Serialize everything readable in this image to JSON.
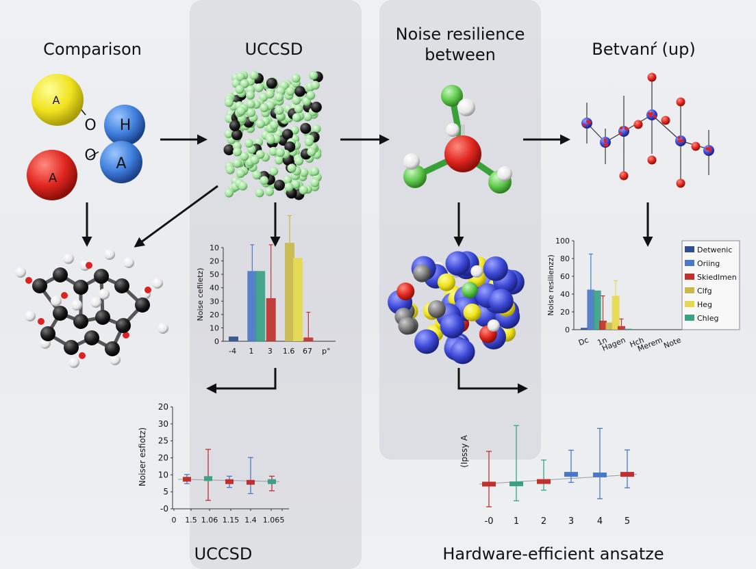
{
  "titles": {
    "comparison": "Comparison",
    "uccsd_top": "UCCSD",
    "noise_line1": "Noise resilience",
    "noise_line2": "between",
    "betvant": "Betvanŕ (up)",
    "uccsd_bottom": "UCCSD",
    "hea_bottom": "Hardware-efficient ansatze"
  },
  "molecule_labels": {
    "yellow": "A",
    "blue_top": "H",
    "red": "A",
    "blue_bottom": "A",
    "o1": "O",
    "o2": "O"
  },
  "colors": {
    "dark_blue": "#2f4f8f",
    "blue": "#4a78c8",
    "red": "#c0302c",
    "olive": "#c8b94a",
    "yellow": "#e6d84e",
    "teal": "#3aa186"
  },
  "chart_data": [
    {
      "type": "bar",
      "ylabel": "Noise cefiletz)",
      "ylim": [
        0,
        10
      ],
      "y_ticks": [
        "0",
        "10",
        "20",
        "30",
        "40",
        "50",
        "20",
        "10"
      ],
      "x_ticks": [
        "-4",
        "1",
        "3",
        "1.6",
        "67",
        "p°"
      ],
      "bars": [
        {
          "group": 0,
          "color": "dark_blue",
          "value": 0.5
        },
        {
          "group": 1,
          "color": "blue",
          "value": 7.5,
          "err": 10.3
        },
        {
          "group": 1,
          "color": "teal",
          "value": 7.5
        },
        {
          "group": 2,
          "color": "red",
          "value": 4.6,
          "err": 10.3
        },
        {
          "group": 3,
          "color": "olive",
          "value": 10.5,
          "err": 13.4
        },
        {
          "group": 3,
          "color": "yellow",
          "value": 8.9
        },
        {
          "group": 4,
          "color": "red",
          "value": 0.4,
          "err": 3.1
        }
      ]
    },
    {
      "type": "bar",
      "ylabel": "Noise resilienzz)",
      "ylim": [
        0,
        100
      ],
      "y_ticks": [
        "0",
        "20",
        "40",
        "60",
        "80",
        "100"
      ],
      "x_ticks": [
        "Dc",
        "1n",
        "Hagen",
        "Hch",
        "Merem",
        "Note"
      ],
      "legend": [
        "Detwenic",
        "Oriing",
        "Skiedlmen",
        "Clfg",
        "Heg",
        "Chleg"
      ],
      "legend_colors": [
        "dark_blue",
        "blue",
        "red",
        "olive",
        "yellow",
        "teal"
      ],
      "bars": [
        {
          "group": 0,
          "color": "dark_blue",
          "value": 2
        },
        {
          "group": 0,
          "color": "blue",
          "value": 45,
          "err": 85
        },
        {
          "group": 0,
          "color": "teal",
          "value": 44
        },
        {
          "group": 1,
          "color": "red",
          "value": 10,
          "err": 38
        },
        {
          "group": 1,
          "color": "olive",
          "value": 8
        },
        {
          "group": 1,
          "color": "yellow",
          "value": 38,
          "err": 55
        },
        {
          "group": 2,
          "color": "red",
          "value": 4,
          "err": 12
        },
        {
          "group": 2,
          "color": "teal",
          "value": 1
        }
      ]
    },
    {
      "type": "scatter",
      "ylabel": "Noiser esfiotz)",
      "y_ticks": [
        "-0",
        "5",
        "10",
        "20",
        "25",
        "30",
        "20"
      ],
      "x_ticks": [
        "0",
        "1.5",
        "1.06",
        "1.15",
        "1.4",
        "1.06",
        "5"
      ],
      "points": [
        {
          "x": 1,
          "y": 8.7,
          "lo": 7.4,
          "hi": 10.1,
          "color": "red",
          "err_color": "blue"
        },
        {
          "x": 2,
          "y": 8.9,
          "lo": 2.5,
          "hi": 17.5,
          "color": "teal",
          "err_color": "red"
        },
        {
          "x": 3,
          "y": 8.0,
          "lo": 6.3,
          "hi": 9.6,
          "color": "red",
          "err_color": "blue"
        },
        {
          "x": 4,
          "y": 7.8,
          "lo": 4.5,
          "hi": 15.1,
          "color": "red",
          "err_color": "blue"
        },
        {
          "x": 5,
          "y": 8.0,
          "lo": 5.3,
          "hi": 9.6,
          "color": "teal",
          "err_color": "red"
        }
      ]
    },
    {
      "type": "scatter",
      "ylabel": "(Ipssy A",
      "x_ticks": [
        "-0",
        "1",
        "2",
        "3",
        "4",
        "5"
      ],
      "points": [
        {
          "x": 0,
          "y": 8.6,
          "lo": 0.7,
          "hi": 20.0,
          "color": "red",
          "err_color": "red"
        },
        {
          "x": 1,
          "y": 8.7,
          "lo": 2.8,
          "hi": 29.0,
          "color": "teal",
          "err_color": "teal"
        },
        {
          "x": 2,
          "y": 9.5,
          "lo": 6.5,
          "hi": 17.0,
          "color": "red",
          "err_color": "teal"
        },
        {
          "x": 3,
          "y": 12.0,
          "lo": 9.2,
          "hi": 20.4,
          "color": "blue",
          "err_color": "blue"
        },
        {
          "x": 4,
          "y": 11.8,
          "lo": 3.5,
          "hi": 28.0,
          "color": "blue",
          "err_color": "blue"
        },
        {
          "x": 5,
          "y": 12.0,
          "lo": 7.3,
          "hi": 20.5,
          "color": "red",
          "err_color": "blue"
        }
      ]
    }
  ]
}
